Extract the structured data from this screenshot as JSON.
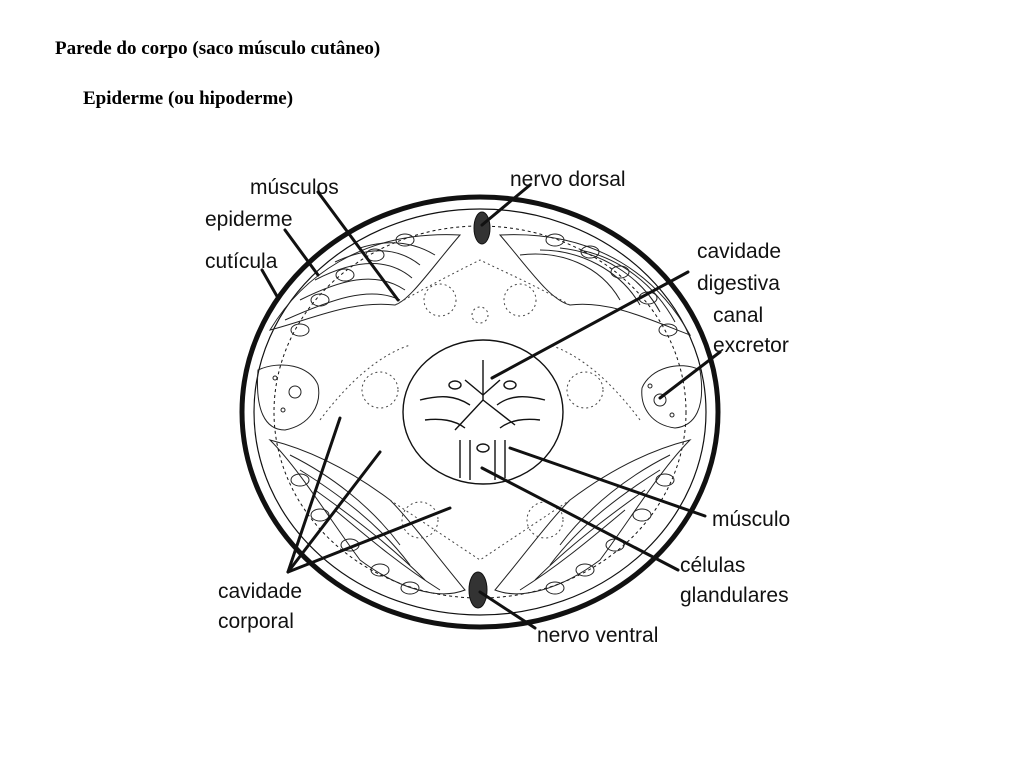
{
  "heading": {
    "title": "Parede do corpo (saco músculo cutâneo)",
    "subtitle": "Epiderme (ou hipoderme)"
  },
  "labels": {
    "musculos": "músculos",
    "epiderme": "epiderme",
    "cuticula": "cutícula",
    "nervo_dorsal": "nervo dorsal",
    "cavidade_digestiva_1": "cavidade",
    "cavidade_digestiva_2": "digestiva",
    "canal_excretor_1": "canal",
    "canal_excretor_2": "excretor",
    "musculo": "músculo",
    "celulas_glandulares_1": "células",
    "celulas_glandulares_2": "glandulares",
    "cavidade_corporal_1": "cavidade",
    "cavidade_corporal_2": "corporal",
    "nervo_ventral": "nervo ventral"
  },
  "colors": {
    "ink": "#111111",
    "background": "#ffffff"
  }
}
